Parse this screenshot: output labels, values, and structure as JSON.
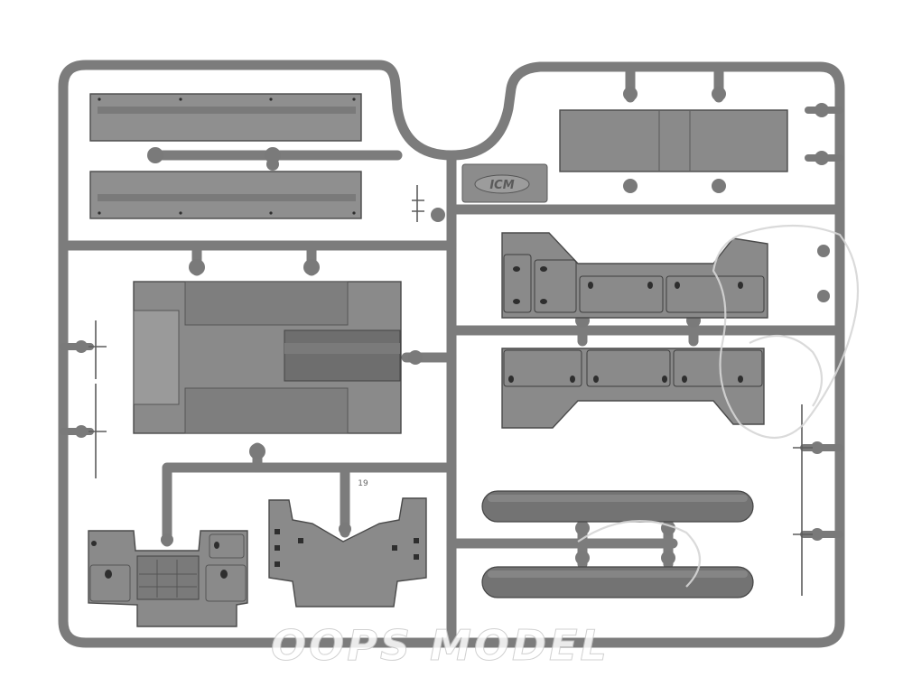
{
  "image": {
    "subject": "plastic model kit sprue",
    "colors": {
      "background": "#ffffff",
      "plastic": "#8c8c8c",
      "plastic_dark": "#6e6e6e",
      "plastic_light": "#9c9c9c",
      "outline": "#4a4a4a"
    }
  },
  "sprue": {
    "logo_text": "ICM",
    "part_number": "19"
  },
  "watermark": {
    "text": "OOPS MODEL"
  }
}
